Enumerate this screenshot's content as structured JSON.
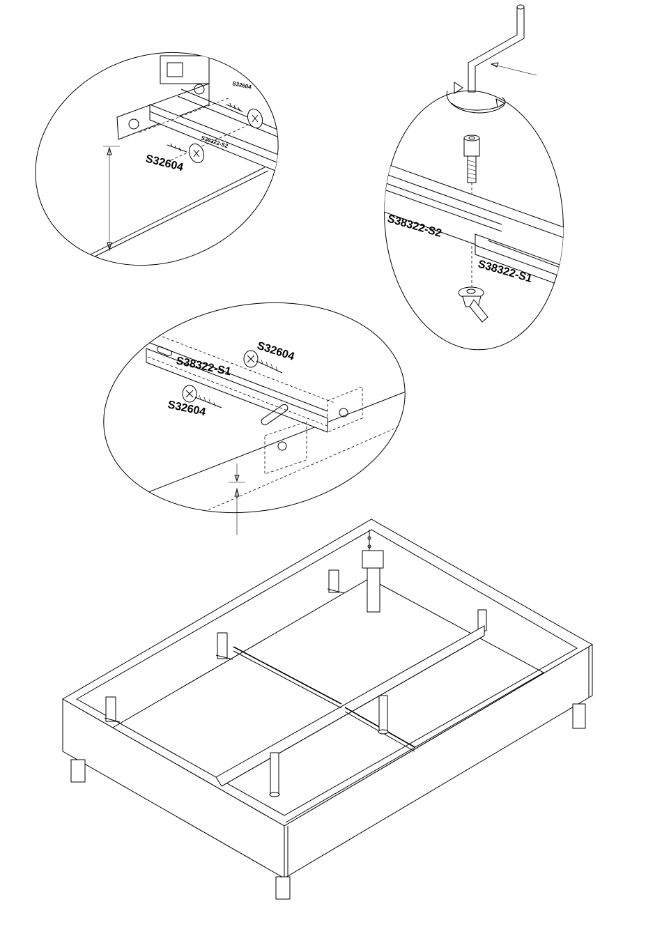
{
  "labels": {
    "detail_a_small": "S32604",
    "detail_a_rail": "S38322-S2",
    "detail_a_screw": "S32604",
    "detail_b_rail_s2": "S38322-S2",
    "detail_b_rail_s1": "S38322-S1",
    "detail_c_screw_top": "S32604",
    "detail_c_rail": "S38322-S1",
    "detail_c_screw_bottom": "S32604"
  },
  "colors": {
    "line": "#000000",
    "background": "#ffffff"
  }
}
